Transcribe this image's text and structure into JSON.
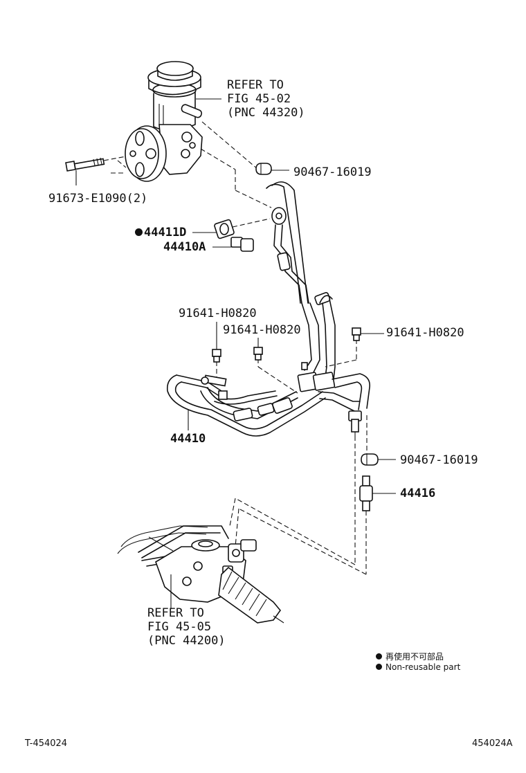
{
  "labels": {
    "refer_pump": [
      "REFER TO",
      "FIG 45-02",
      "(PNC 44320)"
    ],
    "clip_upper": "90467-16019",
    "bolt_pump": "91673-E1090(2)",
    "gasket": "44411D",
    "union_bolt": "44410A",
    "bolt_a": "91641-H0820",
    "bolt_b": "91641-H0820",
    "bolt_c": "91641-H0820",
    "hose_assy": "44410",
    "clip_lower": "90467-16019",
    "hose_lower": "44416",
    "refer_gear": [
      "REFER TO",
      "FIG 45-05",
      "(PNC 44200)"
    ]
  },
  "legend": {
    "jp": "再使用不可部品",
    "en": "Non-reusable part"
  },
  "footer": {
    "left": "T-454024",
    "right": "454024A"
  }
}
